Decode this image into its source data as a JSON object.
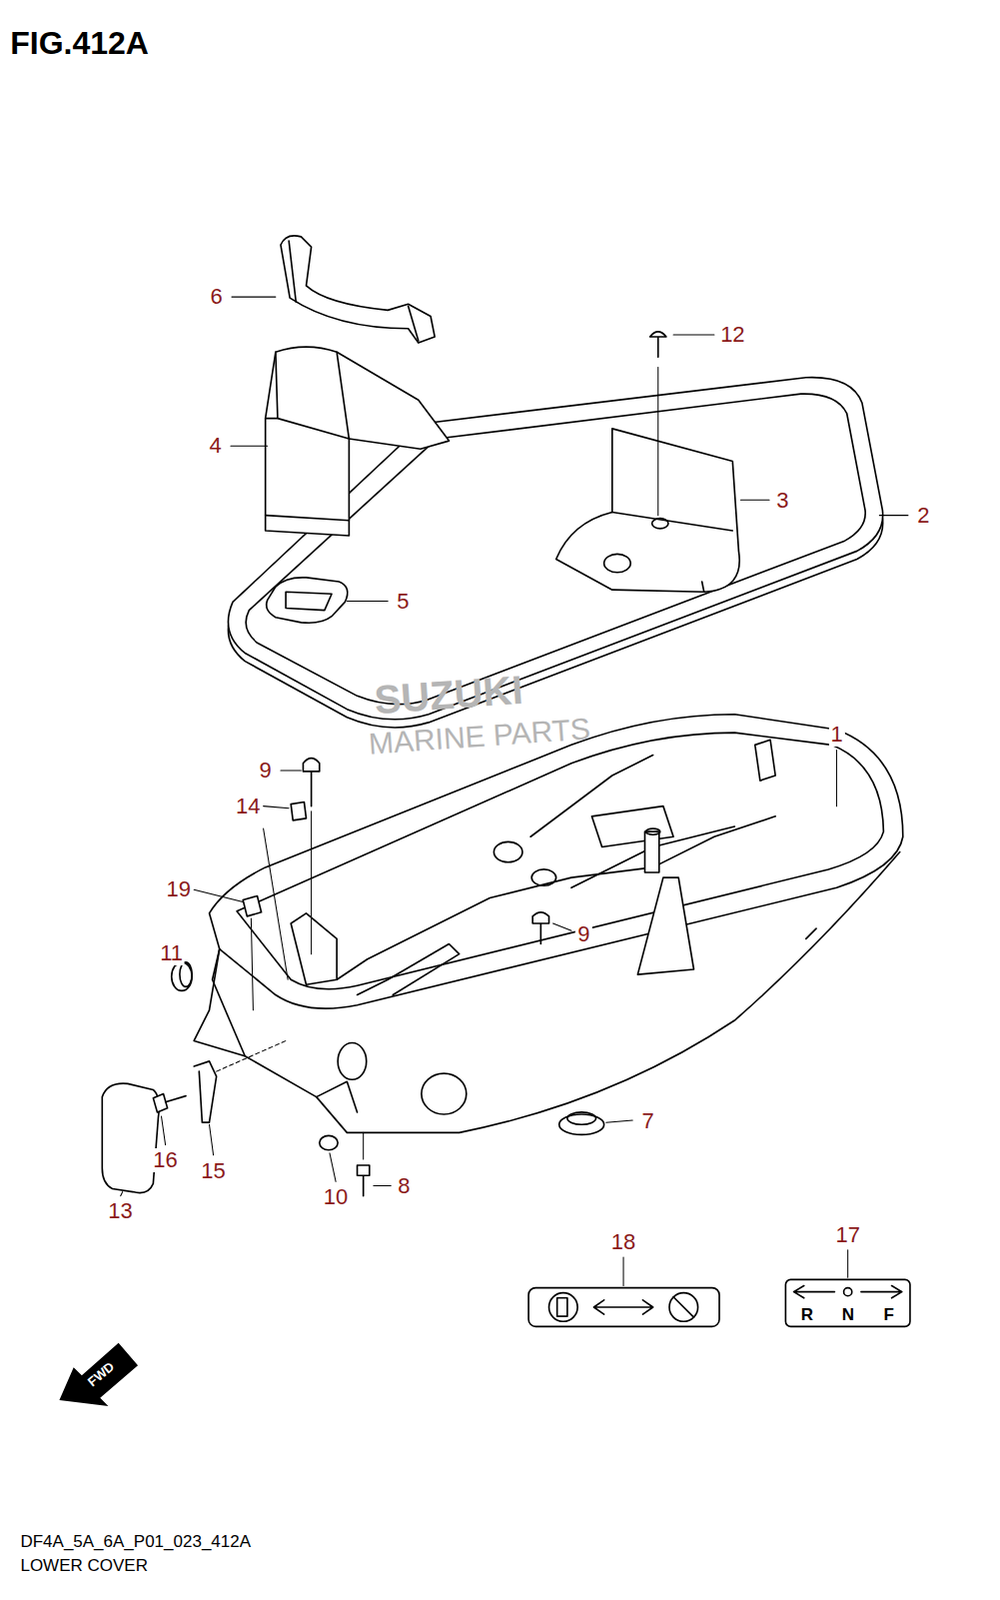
{
  "diagram": {
    "title": "FIG.412A",
    "caption": "LOWER COVER",
    "labels": [
      "6",
      "12",
      "4",
      "3",
      "2",
      "5",
      "1",
      "9",
      "14",
      "19",
      "9",
      "11",
      "7",
      "16",
      "15",
      "8",
      "10",
      "13",
      "18",
      "17",
      "R",
      "N",
      "F",
      "FWD",
      "SUZUKI",
      "MARINE PARTS",
      "DF4A_5A_6A_P01_023_412A"
    ]
  }
}
